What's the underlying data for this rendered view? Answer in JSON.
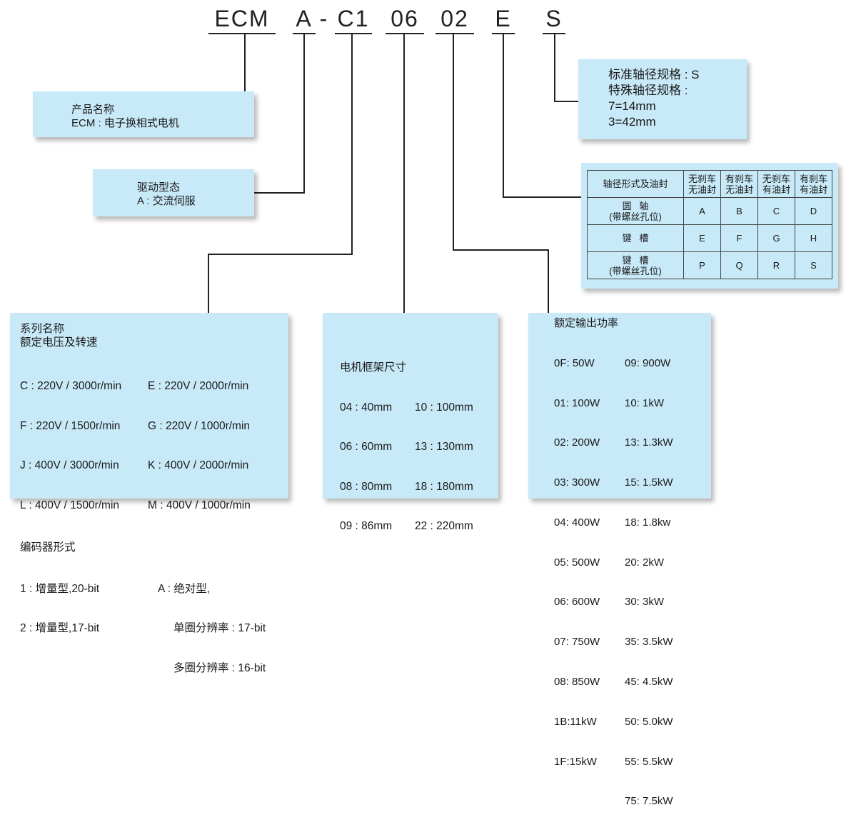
{
  "code": {
    "segments": [
      "ECM",
      "A",
      "-",
      "C1",
      "06",
      "02",
      "E",
      "S"
    ]
  },
  "product_box": {
    "lines": [
      "产品名称",
      "ECM : 电子换相式电机"
    ]
  },
  "drive_box": {
    "lines": [
      "驱动型态",
      "A : 交流伺服"
    ]
  },
  "shaft_box": {
    "lines": [
      "标准轴径规格 : S",
      "特殊轴径规格 :",
      "7=14mm",
      "3=42mm"
    ]
  },
  "shaft_table": {
    "header": [
      "轴径形式及油封",
      "无刹车\n无油封",
      "有刹车\n无油封",
      "无刹车\n有油封",
      "有刹车\n有油封"
    ],
    "rows": [
      [
        "圆   轴\n(带螺丝孔位)",
        "A",
        "B",
        "C",
        "D"
      ],
      [
        "键   槽",
        "E",
        "F",
        "G",
        "H"
      ],
      [
        "键   槽\n(带螺丝孔位)",
        "P",
        "Q",
        "R",
        "S"
      ]
    ]
  },
  "series_box": {
    "title1": "系列名称",
    "title2": "额定电压及转速",
    "speeds_left": [
      "C : 220V / 3000r/min",
      "F : 220V / 1500r/min",
      "J : 400V / 3000r/min",
      "L : 400V / 1500r/min"
    ],
    "speeds_right": [
      "E : 220V / 2000r/min",
      "G : 220V / 1000r/min",
      "K : 400V / 2000r/min",
      "M : 400V / 1000r/min"
    ],
    "encoder_title": "编码器形式",
    "encoder_left": [
      "1 : 增量型,20-bit",
      "2 : 增量型,17-bit"
    ],
    "encoder_right": [
      "A : 绝对型,",
      "单圈分辨率 : 17-bit",
      "多圈分辨率 : 16-bit"
    ]
  },
  "frame_box": {
    "title": "电机框架尺寸",
    "left": [
      "04 : 40mm",
      "06 : 60mm",
      "08 : 80mm",
      "09 : 86mm"
    ],
    "right": [
      "10 : 100mm",
      "13 : 130mm",
      "18 : 180mm",
      "22 : 220mm"
    ]
  },
  "power_box": {
    "title": "额定输出功率",
    "left": [
      "0F: 50W",
      "01: 100W",
      "02: 200W",
      "03: 300W",
      "04: 400W",
      "05: 500W",
      "06: 600W",
      "07: 750W",
      "08: 850W",
      "1B:11kW",
      "1F:15kW"
    ],
    "right": [
      "09: 900W",
      "10: 1kW",
      "13: 1.3kW",
      "15: 1.5kW",
      "18: 1.8kw",
      "20: 2kW",
      "30: 3kW",
      "35: 3.5kW",
      "45: 4.5kW",
      "50: 5.0kW",
      "55: 5.5kW",
      "75: 7.5kW"
    ]
  }
}
